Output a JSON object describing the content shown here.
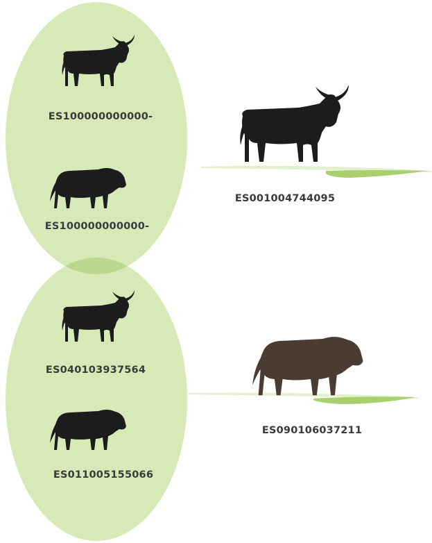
{
  "colors": {
    "ellipse_fill": "#d8e9b8",
    "overlap_fill": "#bcd88f",
    "ground_light": "#e3efcf",
    "ground_accent": "#a9cf6f",
    "black_animal": "#1c1c1c",
    "brown_animal": "#4a3c33"
  },
  "group_top": {
    "members": [
      {
        "icon": "longhorn-cow",
        "id_label": "ES100000000000-"
      },
      {
        "icon": "bull",
        "id_label": "ES100000000000-"
      }
    ]
  },
  "group_bottom": {
    "members": [
      {
        "icon": "longhorn-cow",
        "id_label": "ES040103937564"
      },
      {
        "icon": "bull",
        "id_label": "ES011005155066"
      }
    ]
  },
  "offspring_top": {
    "icon": "longhorn-cow",
    "id_label": "ES001004744095",
    "color": "black"
  },
  "offspring_bottom": {
    "icon": "bull",
    "id_label": "ES090106037211",
    "color": "brown"
  }
}
